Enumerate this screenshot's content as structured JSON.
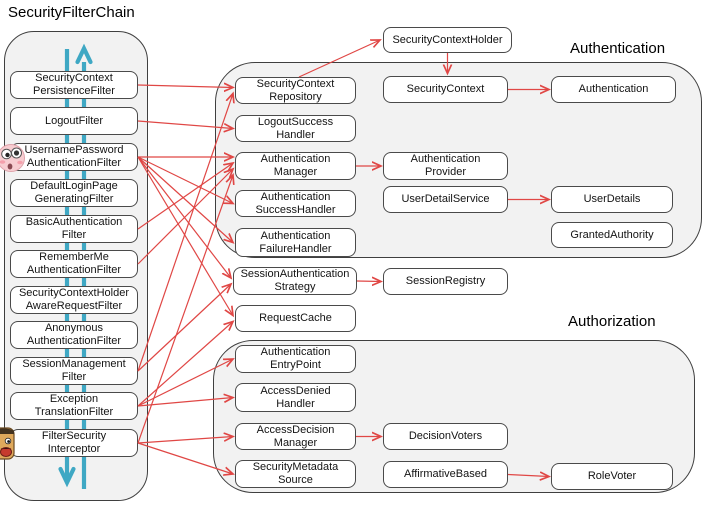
{
  "title": "SecurityFilterChain",
  "groups": [
    {
      "id": "authentication",
      "label": "Authentication"
    },
    {
      "id": "authorization",
      "label": "Authorization"
    }
  ],
  "colors": {
    "box_border": "#4a4a4a",
    "group_fill": "#f2f2f2",
    "arrow_red": "#e04745",
    "flow_teal": "#3fa8c4"
  },
  "stickers": [
    {
      "name": "pink-face-icon"
    },
    {
      "name": "dog-face-icon"
    }
  ],
  "nodes": [
    {
      "id": "f1",
      "label": "SecurityContext\nPersistenceFilter"
    },
    {
      "id": "f2",
      "label": "LogoutFilter"
    },
    {
      "id": "f3",
      "label": "UsernamePassword\nAuthenticationFilter"
    },
    {
      "id": "f4",
      "label": "DefaultLoginPage\nGeneratingFilter"
    },
    {
      "id": "f5",
      "label": "BasicAuthentication\nFilter"
    },
    {
      "id": "f6",
      "label": "RememberMe\nAuthenticationFilter"
    },
    {
      "id": "f7",
      "label": "SecurityContextHolder\nAwareRequestFilter"
    },
    {
      "id": "f8",
      "label": "Anonymous\nAuthenticationFilter"
    },
    {
      "id": "f9",
      "label": "SessionManagement\nFilter"
    },
    {
      "id": "f10",
      "label": "Exception\nTranslationFilter"
    },
    {
      "id": "f11",
      "label": "FilterSecurity\nInterceptor"
    },
    {
      "id": "sch",
      "label": "SecurityContextHolder"
    },
    {
      "id": "scr",
      "label": "SecurityContext\nRepository"
    },
    {
      "id": "lsh",
      "label": "LogoutSuccess\nHandler"
    },
    {
      "id": "am",
      "label": "Authentication\nManager"
    },
    {
      "id": "ash",
      "label": "Authentication\nSuccessHandler"
    },
    {
      "id": "afh",
      "label": "Authentication\nFailureHandler"
    },
    {
      "id": "sas",
      "label": "SessionAuthentication\nStrategy"
    },
    {
      "id": "rc",
      "label": "RequestCache"
    },
    {
      "id": "aep",
      "label": "Authentication\nEntryPoint"
    },
    {
      "id": "adh",
      "label": "AccessDenied\nHandler"
    },
    {
      "id": "adm",
      "label": "AccessDecision\nManager"
    },
    {
      "id": "sms",
      "label": "SecurityMetadata\nSource"
    },
    {
      "id": "sc",
      "label": "SecurityContext"
    },
    {
      "id": "ap",
      "label": "Authentication\nProvider"
    },
    {
      "id": "uds",
      "label": "UserDetailService"
    },
    {
      "id": "sreg",
      "label": "SessionRegistry"
    },
    {
      "id": "dv",
      "label": "DecisionVoters"
    },
    {
      "id": "ab",
      "label": "AffirmativeBased"
    },
    {
      "id": "auth",
      "label": "Authentication"
    },
    {
      "id": "ud",
      "label": "UserDetails"
    },
    {
      "id": "ga",
      "label": "GrantedAuthority"
    },
    {
      "id": "rv",
      "label": "RoleVoter"
    }
  ],
  "edges": [
    {
      "from": "f1",
      "to": "scr"
    },
    {
      "from": "f2",
      "to": "lsh"
    },
    {
      "from": "f3",
      "to": "am"
    },
    {
      "from": "f3",
      "to": "ash"
    },
    {
      "from": "f3",
      "to": "afh"
    },
    {
      "from": "f3",
      "to": "sas"
    },
    {
      "from": "f3",
      "to": "rc"
    },
    {
      "from": "f5",
      "to": "am"
    },
    {
      "from": "f6",
      "to": "am"
    },
    {
      "from": "f9",
      "to": "scr"
    },
    {
      "from": "f9",
      "to": "sas"
    },
    {
      "from": "f10",
      "to": "rc"
    },
    {
      "from": "f10",
      "to": "aep"
    },
    {
      "from": "f10",
      "to": "adh"
    },
    {
      "from": "f11",
      "to": "am"
    },
    {
      "from": "f11",
      "to": "adm"
    },
    {
      "from": "f11",
      "to": "sms"
    },
    {
      "from": "scr",
      "to": "sch"
    },
    {
      "from": "sch",
      "to": "sc"
    },
    {
      "from": "sc",
      "to": "auth"
    },
    {
      "from": "am",
      "to": "ap"
    },
    {
      "from": "uds",
      "to": "ud"
    },
    {
      "from": "sas",
      "to": "sreg"
    },
    {
      "from": "adm",
      "to": "dv"
    },
    {
      "from": "ab",
      "to": "rv"
    }
  ]
}
